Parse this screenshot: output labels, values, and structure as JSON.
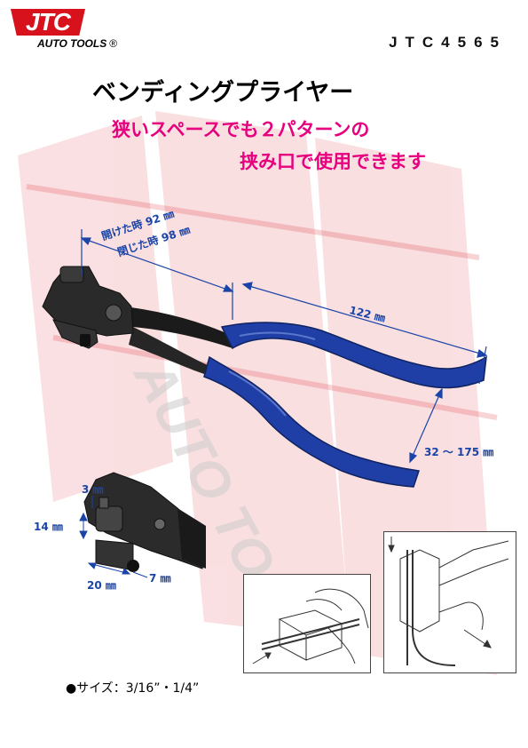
{
  "logo": {
    "brand": "JTC",
    "subtitle": "AUTO TOOLS",
    "reg": "®"
  },
  "model_number": "JTC4565",
  "title": "ベンディングプライヤー",
  "subtitle_lines": [
    "狭いスペースでも２パターンの",
    "挟み口で使用できます"
  ],
  "dimensions": {
    "open_length": "開けた時 92 ㎜",
    "closed_length": "閉じた時 98 ㎜",
    "handle_length": "122 ㎜",
    "handle_spread": "32 ～ 175 ㎜",
    "jaw_gap": "3 ㎜",
    "jaw_height": "14 ㎜",
    "jaw_width": "20 ㎜",
    "jaw_hole": "7 ㎜"
  },
  "spec": "●サイズ：3/16”・1/4”",
  "colors": {
    "brand_red": "#d7121c",
    "accent_pink": "#e6007e",
    "dimension_blue": "#1a44a8",
    "grip_blue": "#1f3fa6"
  }
}
